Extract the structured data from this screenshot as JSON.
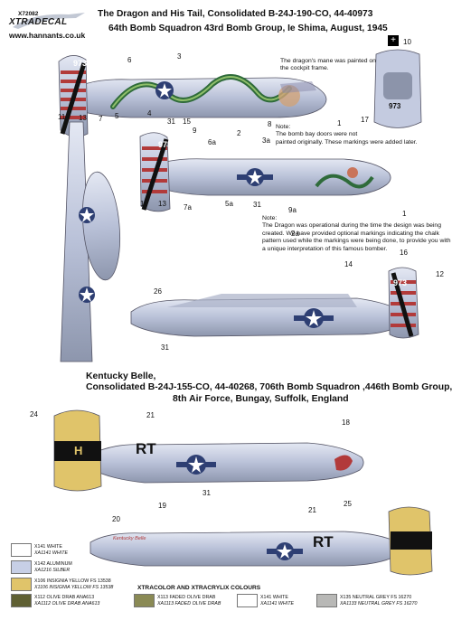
{
  "logo": {
    "code": "X72082",
    "name": "XTRADECAL",
    "url": "www.hannants.co.uk"
  },
  "header": {
    "title": "The Dragon and His Tail, Consolidated B-24J-190-CO, 44-40973",
    "subtitle": "64th Bomb Squadron 43rd Bomb Group, Ie Shima, August, 1945"
  },
  "notes": {
    "mane": [
      "The dragon's mane was painted onto",
      "the cockpit frame."
    ],
    "bombbay": [
      "Note:",
      "The bomb bay doors were not",
      "painted originally. These markings were added later."
    ],
    "dragon": [
      "Note:",
      "The Dragon was operational during the time the design was being",
      "created. We have provided optional markings indicating the chalk",
      "pattern used while the markings were being done, to provide you with",
      "a unique interpretation of this famous bomber."
    ]
  },
  "aircraft1": {
    "tail_serial": "973",
    "tail_fin_serial": "973",
    "tail_top_serial": "973"
  },
  "kentucky": {
    "title_lines": [
      "Kentucky Belle,",
      "Consolidated B-24J-155-CO, 44-40268, 706th Bomb Squadron ,446th Bomb Group,",
      "8th Air Force, Bungay, Suffolk, England"
    ],
    "fin_letter": "H",
    "fuselage_code": "RT",
    "nose_art": "Kentucky Belle"
  },
  "callouts": {
    "c10": "10",
    "c17": "17",
    "p1": [
      "3",
      "6",
      "11",
      "13",
      "7",
      "5",
      "4",
      "31",
      "15",
      "9",
      "2",
      "8",
      "1"
    ],
    "p2": [
      "6a",
      "3a",
      "11",
      "13",
      "7a",
      "5a",
      "31",
      "9a",
      "2a",
      "1"
    ],
    "p3": [
      "14",
      "16",
      "12",
      "26",
      "31"
    ],
    "p4": [
      "24",
      "21",
      "18",
      "31"
    ],
    "p5": [
      "19",
      "20",
      "25",
      "21"
    ]
  },
  "legend": {
    "heading": "XTRACOLOR AND XTRACRYLIX COLOURS",
    "items": [
      {
        "lines": [
          "X141 WHITE",
          "XA1141 WHITE"
        ],
        "color": "#ffffff"
      },
      {
        "lines": [
          "X142 ALUMINUM",
          "XA1216 SILBER"
        ],
        "color": "#c7cfe6"
      },
      {
        "lines": [
          "X106 INSIGNIA YELLOW  FS 13538",
          "X1106 INSIGNIA YELLOW  FS 13538"
        ],
        "color": "#e0c46a"
      },
      {
        "lines": [
          "X112 OLIVE DRAB ANA613",
          "XA1112 OLIVE DRAB ANA613"
        ],
        "color": "#5f6033"
      },
      {
        "lines": [
          "X113 FADED OLIVE DRAB",
          "XA1113 FADED OLIVE DRAB"
        ],
        "color": "#8a8a55"
      },
      {
        "lines": [
          "X141 WHITE",
          "XA1141 WHITE"
        ],
        "color": "#ffffff"
      },
      {
        "lines": [
          "X135 NEUTRAL GREY  FS 16270",
          "XA1133 NEUTRAL GREY  FS 16270"
        ],
        "color": "#b8b8b6"
      }
    ]
  }
}
